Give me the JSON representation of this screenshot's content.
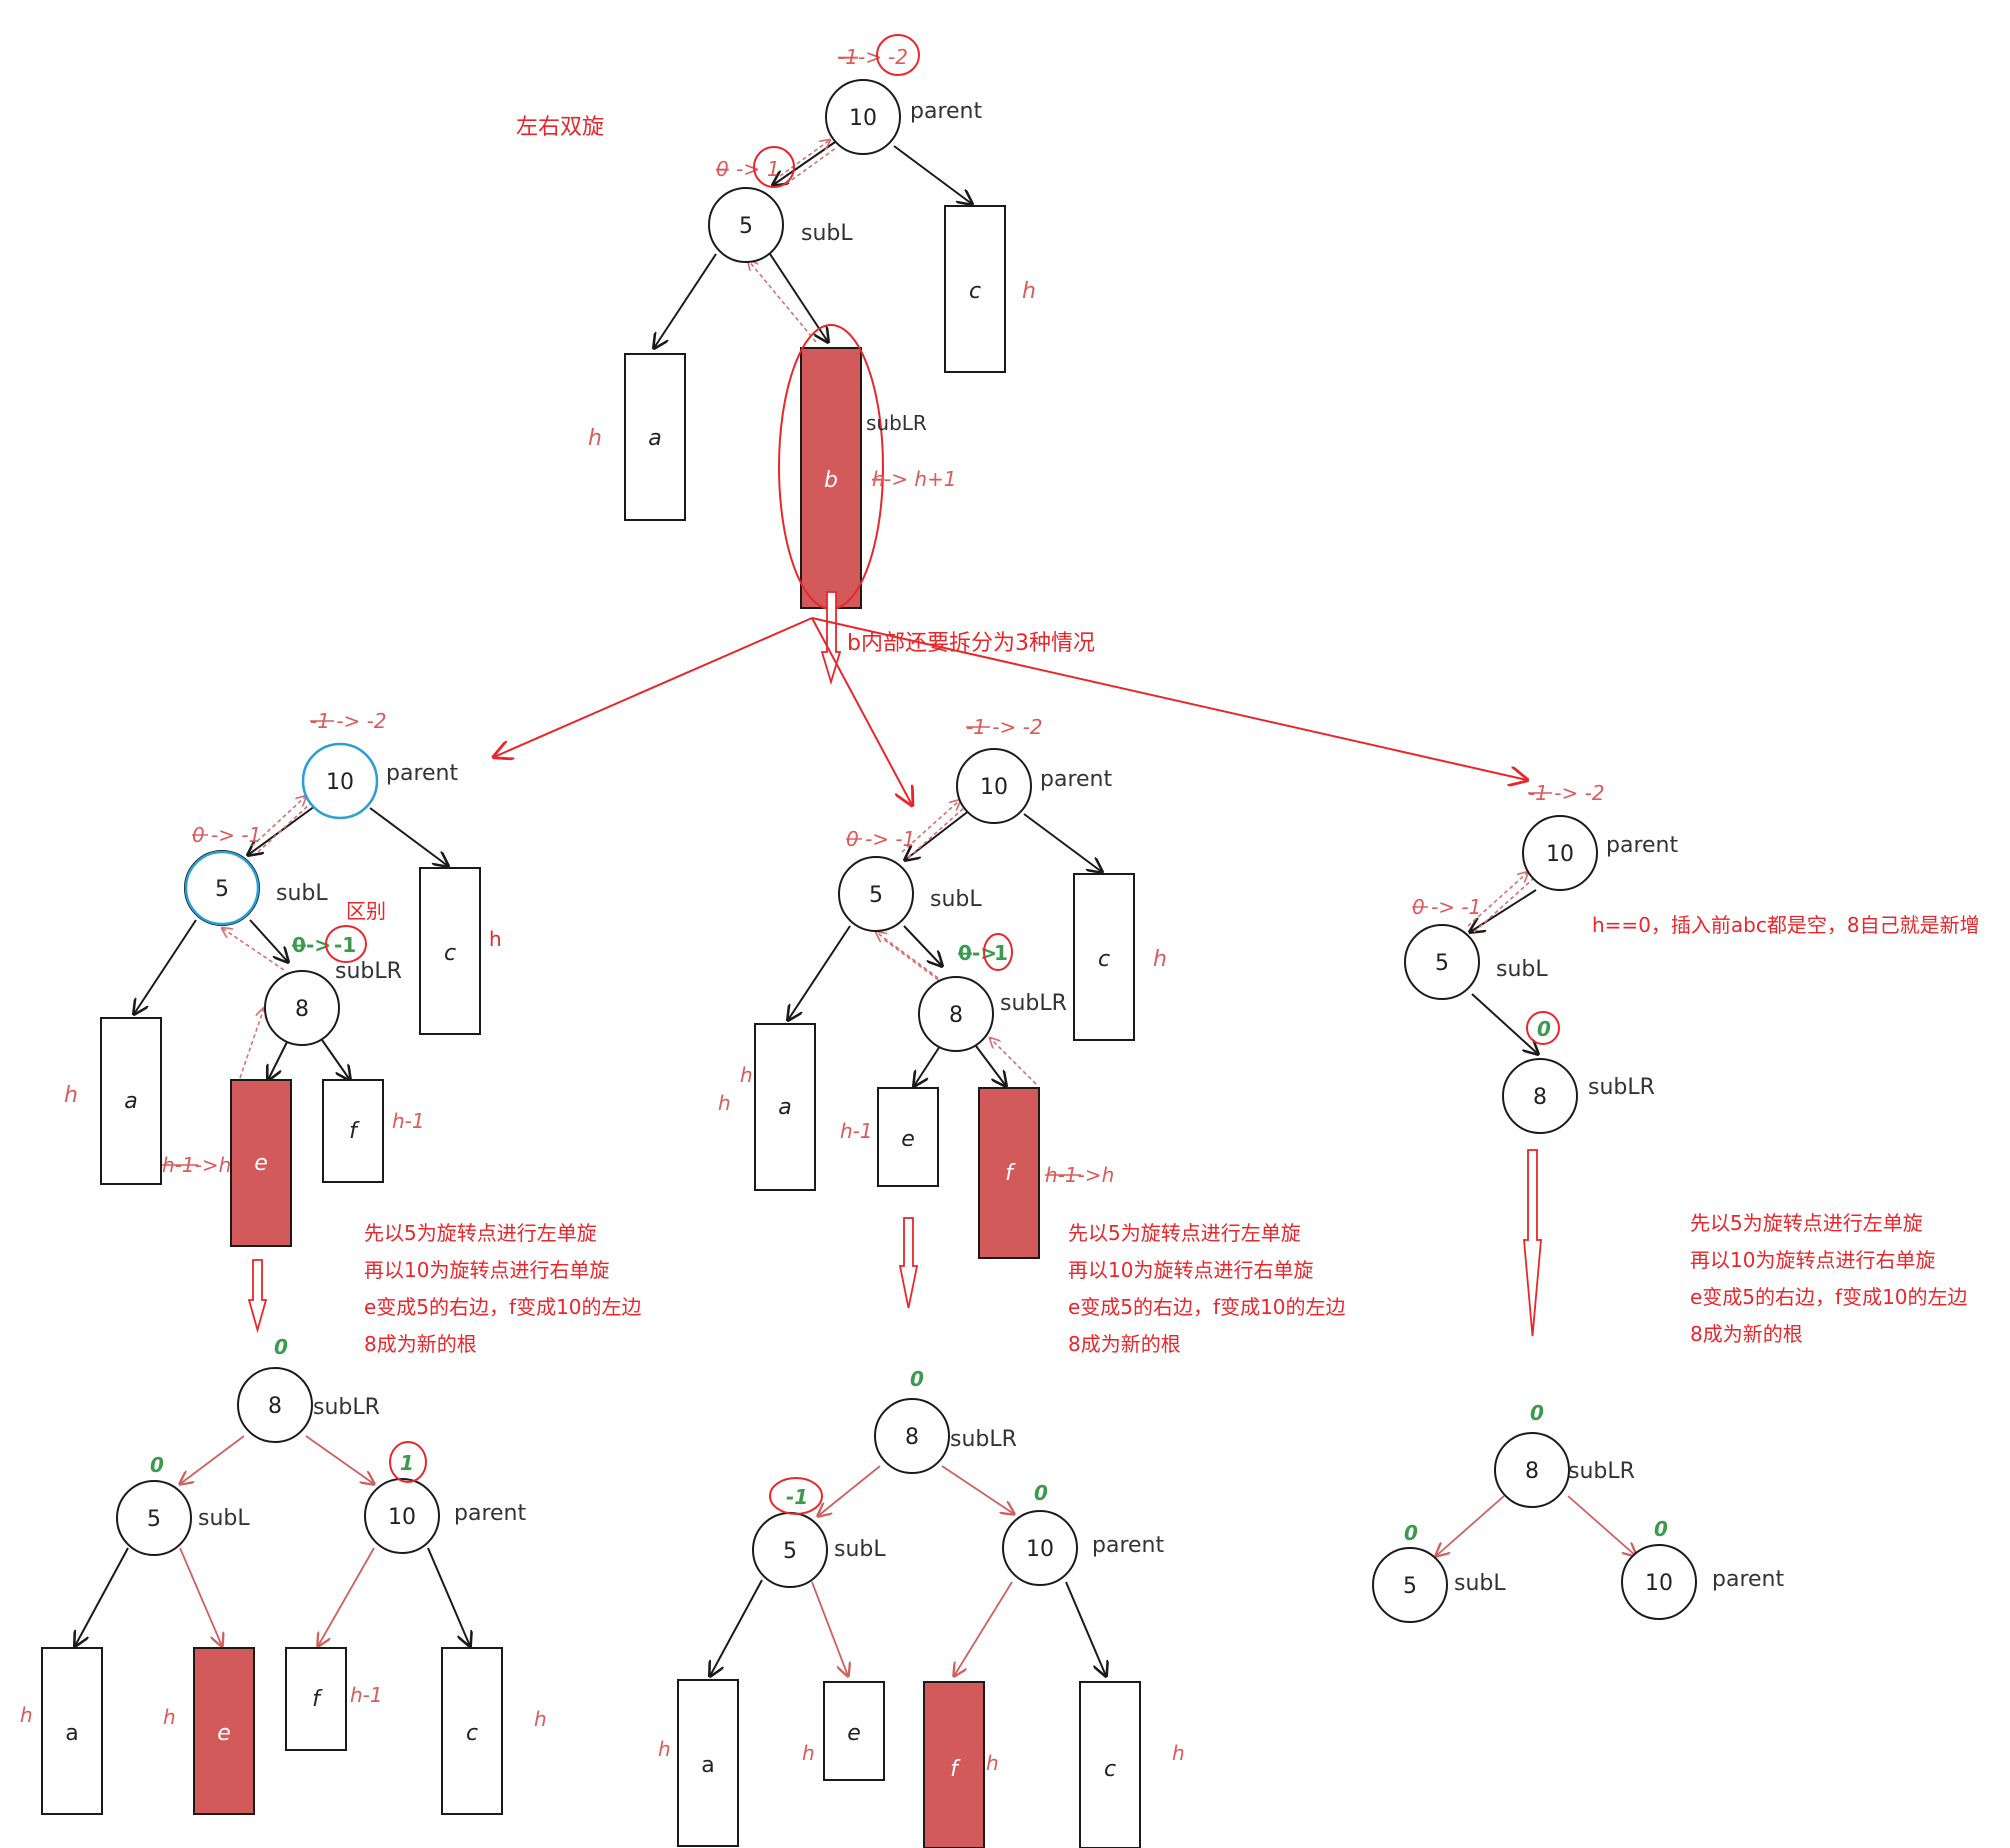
{
  "title": "左右双旋",
  "split_note": "b内部还要拆分为3种情况",
  "colors": {
    "red": "#e8262b",
    "annot": "#dc5a5a",
    "green": "#3c9a4e",
    "blue": "#2a9fd6",
    "fill": "#d35a5a",
    "dash": "#d67070",
    "edge": "#1a1a1a",
    "edge_red": "#d06060"
  },
  "top": {
    "n10": "10",
    "n5": "5",
    "parent": "parent",
    "subL": "subL",
    "subLR": "subLR",
    "bf10_old": "-1",
    "bf10_arrow": "->",
    "bf10_new": "-2",
    "bf5_old": "0",
    "bf5_arrow": "->",
    "bf5_new": "1",
    "a": "a",
    "b": "b",
    "c": "c",
    "h_a": "h",
    "h_c": "h",
    "b_old": "h",
    "b_new": "-> h+1"
  },
  "case1": {
    "n10": "10",
    "n5": "5",
    "n8": "8",
    "parent": "parent",
    "subL": "subL",
    "subLR": "subLR",
    "bf10": "-1 -> -2",
    "bf5": "0 -> -1",
    "bf8_old": "0",
    "bf8_arrow": "->",
    "bf8_new": "-1",
    "diff": "区别",
    "a": "a",
    "e": "e",
    "f": "f",
    "c": "c",
    "h_a": "h",
    "h_c": "h",
    "h_f": "h-1",
    "h_e": "h-1->h",
    "notes": [
      "先以5为旋转点进行左单旋",
      "再以10为旋转点进行右单旋",
      "e变成5的右边，f变成10的左边",
      "8成为新的根"
    ],
    "res": {
      "n8": "8",
      "n5": "5",
      "n10": "10",
      "subLR": "subLR",
      "subL": "subL",
      "parent": "parent",
      "bf8": "0",
      "bf5": "0",
      "bf10": "1",
      "a": "a",
      "e": "e",
      "f": "f",
      "c": "c",
      "h_a": "h",
      "h_e": "h",
      "h_f": "h-1",
      "h_c": "h"
    }
  },
  "case2": {
    "n10": "10",
    "n5": "5",
    "n8": "8",
    "parent": "parent",
    "subL": "subL",
    "subLR": "subLR",
    "bf10": "-1 -> -2",
    "bf5": "0 -> -1",
    "bf8_old": "0",
    "bf8_arrow": "->",
    "bf8_new": "1",
    "a": "a",
    "e": "e",
    "f": "f",
    "c": "c",
    "h_a1": "h",
    "h_a2": "h",
    "h_e": "h-1",
    "h_c": "h",
    "h_f": "h-1->h",
    "notes": [
      "先以5为旋转点进行左单旋",
      "再以10为旋转点进行右单旋",
      "e变成5的右边，f变成10的左边",
      "8成为新的根"
    ],
    "res": {
      "n8": "8",
      "n5": "5",
      "n10": "10",
      "subLR": "subLR",
      "subL": "subL",
      "parent": "parent",
      "bf8": "0",
      "bf5": "-1",
      "bf10": "0",
      "a": "a",
      "e": "e",
      "f": "f",
      "c": "c",
      "h_a": "h",
      "h_e": "h",
      "h_f": "h",
      "h_c": "h"
    }
  },
  "case3": {
    "n10": "10",
    "n5": "5",
    "n8": "8",
    "parent": "parent",
    "subL": "subL",
    "subLR": "subLR",
    "bf10": "-1 -> -2",
    "bf5": "0 -> -1",
    "bf8": "0",
    "cond": "h==0，插入前abc都是空，8自己就是新增",
    "notes": [
      "先以5为旋转点进行左单旋",
      "再以10为旋转点进行右单旋",
      "e变成5的右边，f变成10的左边",
      "8成为新的根"
    ],
    "res": {
      "n8": "8",
      "n5": "5",
      "n10": "10",
      "subLR": "subLR",
      "subL": "subL",
      "parent": "parent",
      "bf8": "0",
      "bf5": "0",
      "bf10": "0"
    }
  }
}
